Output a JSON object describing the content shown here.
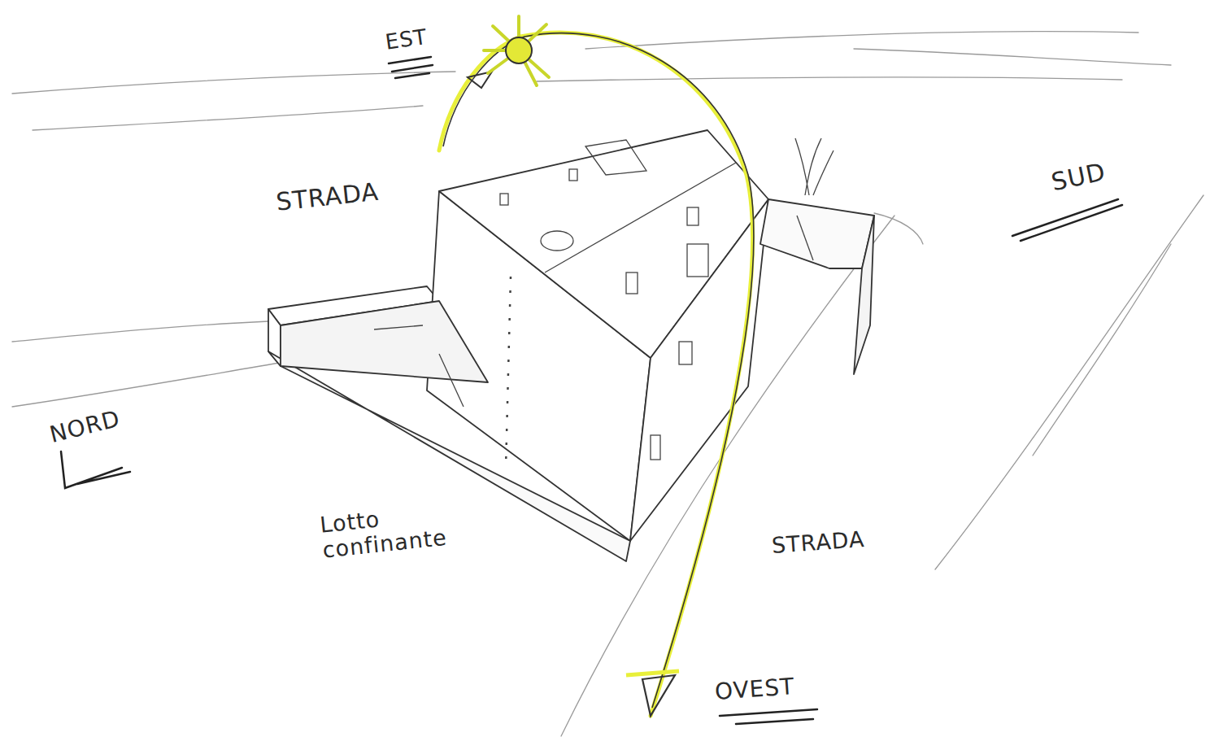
{
  "diagram": {
    "labels": [
      "EST",
      "STRADA",
      "SUD",
      "NORD",
      "Lotto confinante",
      "STRADA",
      "OVEST"
    ]
  }
}
